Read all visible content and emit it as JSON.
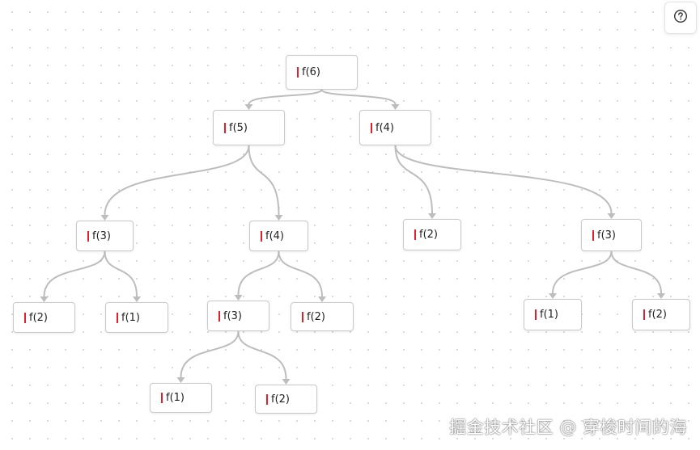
{
  "help_icon": "question-circle-icon",
  "accent_color": "#e0202c",
  "edge_color": "#bdbdbd",
  "nodes": [
    {
      "id": "n1",
      "label": "f(6)"
    },
    {
      "id": "n2",
      "label": "f(5)"
    },
    {
      "id": "n3",
      "label": "f(4)"
    },
    {
      "id": "n4",
      "label": "f(3)"
    },
    {
      "id": "n5",
      "label": "f(4)"
    },
    {
      "id": "n6",
      "label": "f(2)"
    },
    {
      "id": "n7",
      "label": "f(3)"
    },
    {
      "id": "n8",
      "label": "f(2)"
    },
    {
      "id": "n9",
      "label": "f(1)"
    },
    {
      "id": "n10",
      "label": "f(3)"
    },
    {
      "id": "n11",
      "label": "f(2)"
    },
    {
      "id": "n12",
      "label": "f(1)"
    },
    {
      "id": "n13",
      "label": "f(2)"
    },
    {
      "id": "n14",
      "label": "f(1)"
    },
    {
      "id": "n15",
      "label": "f(2)"
    }
  ],
  "edges": [
    {
      "from": "n1",
      "to": "n2"
    },
    {
      "from": "n1",
      "to": "n3"
    },
    {
      "from": "n2",
      "to": "n4"
    },
    {
      "from": "n2",
      "to": "n5"
    },
    {
      "from": "n3",
      "to": "n6"
    },
    {
      "from": "n3",
      "to": "n7"
    },
    {
      "from": "n4",
      "to": "n8"
    },
    {
      "from": "n4",
      "to": "n9"
    },
    {
      "from": "n5",
      "to": "n10"
    },
    {
      "from": "n5",
      "to": "n11"
    },
    {
      "from": "n7",
      "to": "n12"
    },
    {
      "from": "n7",
      "to": "n13"
    },
    {
      "from": "n10",
      "to": "n14"
    },
    {
      "from": "n10",
      "to": "n15"
    }
  ],
  "watermark": "掘金技术社区 @ 穿梭时间的海"
}
